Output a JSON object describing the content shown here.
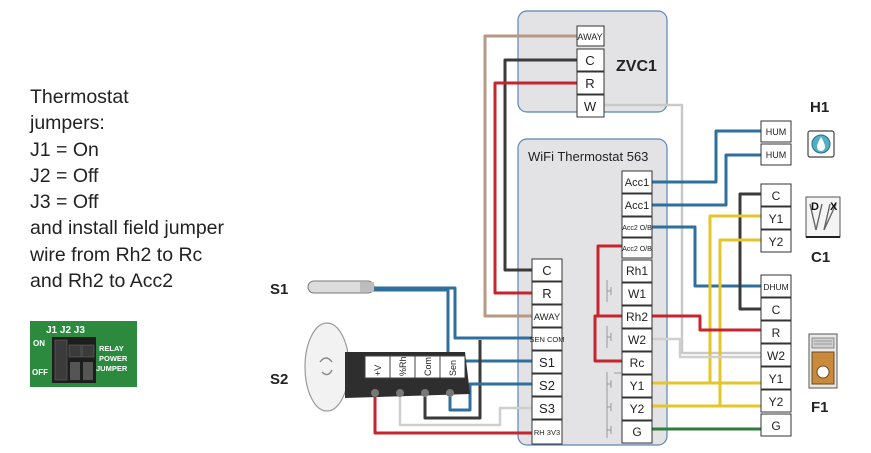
{
  "notes": [
    "Thermostat",
    "jumpers:",
    "J1 = On",
    "J2 = Off",
    "J3 = Off",
    "and install field jumper",
    "wire from Rh2 to Rc",
    "and Rh2 to Acc2"
  ],
  "jumper_block": {
    "header": "J1 J2 J3",
    "on": "ON",
    "off": "OFF",
    "relay": "RELAY",
    "power": "POWER",
    "jumper": "JUMPER"
  },
  "zvc": {
    "title": "ZVC1",
    "terminals": [
      "AWAY",
      "C",
      "R",
      "W"
    ]
  },
  "thermostat": {
    "title": "WiFi Thermostat 563",
    "left_terminals": [
      "C",
      "R",
      "AWAY",
      "SEN COM",
      "S1",
      "S2",
      "S3",
      "RH 3V3"
    ],
    "right_terminals": [
      "Acc1",
      "Acc1",
      "Acc2 O/B",
      "Acc2 O/B",
      "Rh1",
      "W1",
      "Rh2",
      "W2",
      "Rc",
      "Y1",
      "Y2",
      "G"
    ]
  },
  "sensor_labels": {
    "s1": "S1",
    "s2": "S2"
  },
  "s2_terminals": [
    "+V",
    "%Rh",
    "Com",
    "Sen"
  ],
  "humidifier": {
    "label": "H1",
    "terminals": [
      "HUM",
      "HUM"
    ]
  },
  "c1": {
    "label": "C1",
    "terminals": [
      "C",
      "Y1",
      "Y2"
    ],
    "icon_letters": [
      "D",
      "X"
    ]
  },
  "furnace": {
    "label": "F1",
    "terminals": [
      "DHUM",
      "C",
      "R",
      "W2",
      "Y1",
      "Y2",
      "G"
    ]
  },
  "colors": {
    "panel_fill": "#e3e3e5",
    "panel_stroke": "#5b86b4",
    "wire_red": "#c4262e",
    "wire_blue": "#2f6f9e",
    "wire_black": "#3a3a3a",
    "wire_brown": "#b79884",
    "wire_yellow": "#e5c62a",
    "wire_green": "#2e7d3c",
    "wire_white": "#d6d6d6",
    "board_green": "#2b8a3e"
  }
}
